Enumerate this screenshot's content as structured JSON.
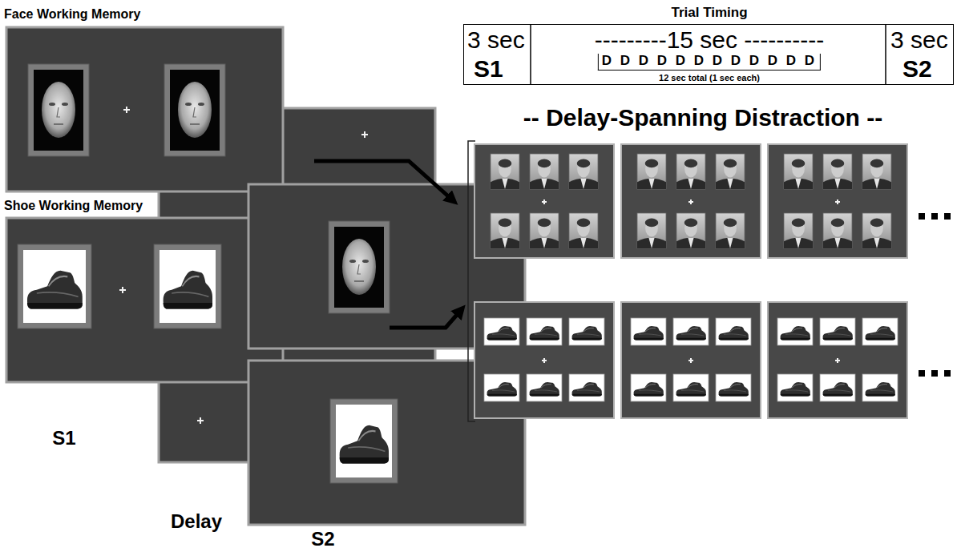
{
  "diagram": {
    "nodes": [
      {
        "text": [
          "Trial Timing",
          "3 sec",
          "S1",
          "---------15 sec ----------",
          "D D D D D D D D D D D D",
          "12 sec total (1 sec each)",
          "3 sec",
          "S2"
        ]
      }
    ],
    "labels": [
      "Face Working Memory",
      "Shoe Working Memory",
      "S1",
      "Delay",
      "S2",
      "-- Delay-Spanning Distraction --"
    ]
  }
}
